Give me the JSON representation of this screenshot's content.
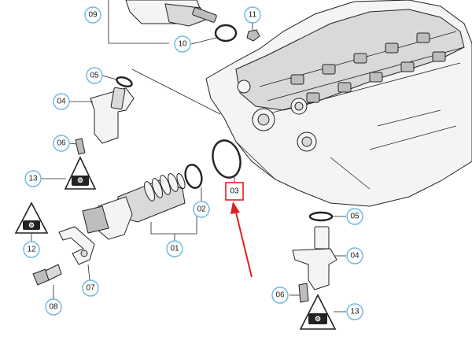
{
  "callouts": [
    {
      "id": "c09",
      "label": "09"
    },
    {
      "id": "c10",
      "label": "10"
    },
    {
      "id": "c11",
      "label": "11"
    },
    {
      "id": "c05a",
      "label": "05"
    },
    {
      "id": "c04a",
      "label": "04"
    },
    {
      "id": "c06a",
      "label": "06"
    },
    {
      "id": "c13a",
      "label": "13"
    },
    {
      "id": "c03",
      "label": "03"
    },
    {
      "id": "c02",
      "label": "02"
    },
    {
      "id": "c01",
      "label": "01"
    },
    {
      "id": "c12",
      "label": "12"
    },
    {
      "id": "c07",
      "label": "07"
    },
    {
      "id": "c08",
      "label": "08"
    },
    {
      "id": "c05b",
      "label": "05"
    },
    {
      "id": "c04b",
      "label": "04"
    },
    {
      "id": "c06b",
      "label": "06"
    },
    {
      "id": "c13b",
      "label": "13"
    }
  ],
  "highlight": {
    "label": "03",
    "color": "#e02020"
  },
  "colors": {
    "callout_ring": "#6ab7e0",
    "highlight": "#e02020",
    "line": "#222222"
  },
  "icons": [
    "torque-warning-icon",
    "torque-warning-icon",
    "torque-warning-icon"
  ]
}
